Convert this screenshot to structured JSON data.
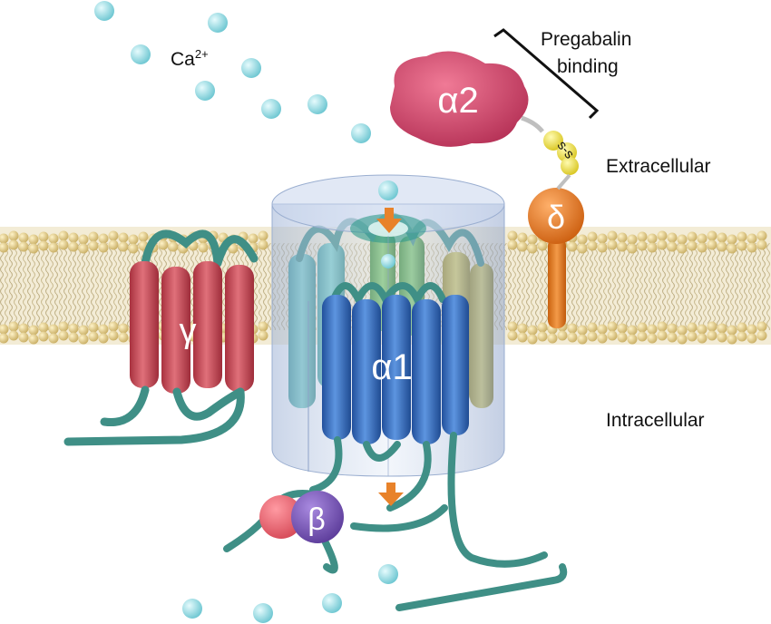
{
  "labels": {
    "ion": "Ca",
    "ion_charge": "2+",
    "pregabalin_line1": "Pregabalin",
    "pregabalin_line2": "binding",
    "extracellular": "Extracellular",
    "intracellular": "Intracellular",
    "disulfide": "s-s"
  },
  "subunits": {
    "alpha1": "α1",
    "alpha2": "α2",
    "beta": "β",
    "gamma": "γ",
    "delta": "δ"
  },
  "colors": {
    "membrane_head": "#e3cf8e",
    "membrane_tail": "#b8a472",
    "loop": "#3f8f86",
    "gamma": "#d4545f",
    "alpha1": "#3c72c8",
    "alpha2": "#cf4a6a",
    "delta": "#e37a1e",
    "beta": "#7a55b8",
    "ion": "#9ee0e6",
    "arrow": "#e8822a",
    "disulfide": "#f1e233"
  }
}
